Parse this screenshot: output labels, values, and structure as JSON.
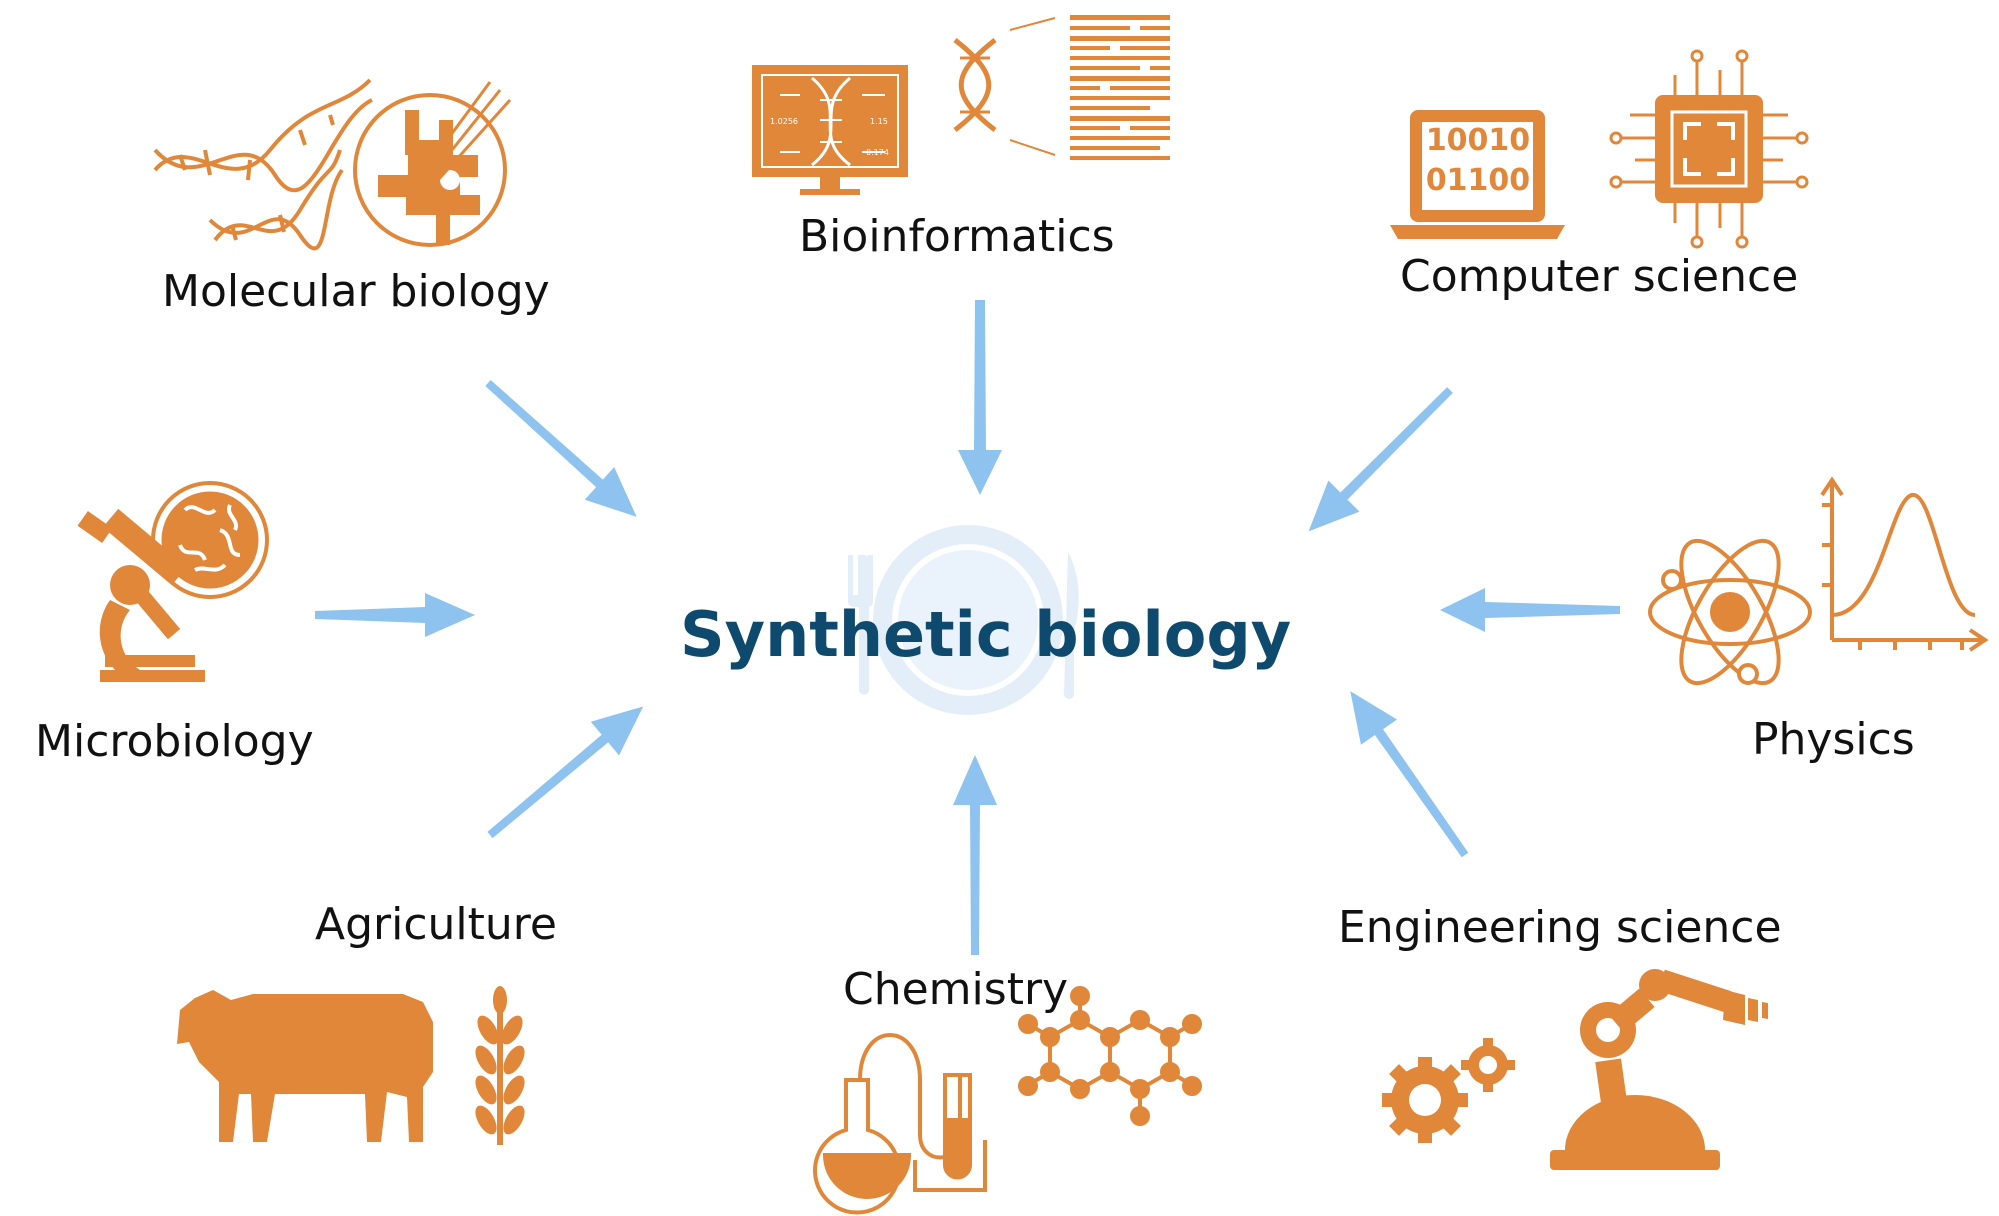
{
  "center": {
    "title": "Synthetic biology"
  },
  "fields": {
    "molecular_biology": "Molecular biology",
    "bioinformatics": "Bioinformatics",
    "computer_science": "Computer science",
    "microbiology": "Microbiology",
    "physics": "Physics",
    "agriculture": "Agriculture",
    "chemistry": "Chemistry",
    "engineering_science": "Engineering science"
  },
  "icons": {
    "binary_top": "10010",
    "binary_bottom": "01100",
    "monitor_val_1": "1.0256",
    "monitor_val_2": "1.15",
    "monitor_val_3": "0.174"
  },
  "colors": {
    "icon": "#e0873a",
    "arrow": "#8ec3f0",
    "title": "#0e4a6e",
    "plate": "#e3eef9"
  }
}
